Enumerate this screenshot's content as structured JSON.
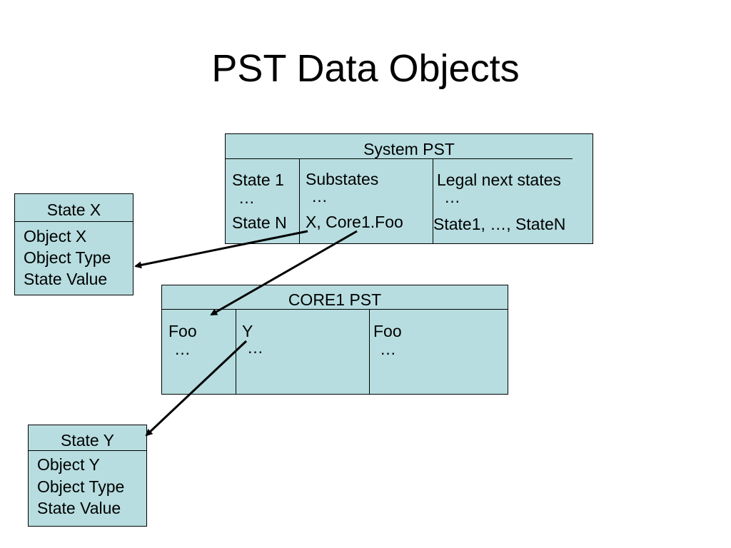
{
  "title": "PST Data Objects",
  "system_pst": {
    "header": "System PST",
    "col1": {
      "row1": "State 1",
      "ellipsis": "…",
      "row2": "State N"
    },
    "col2": {
      "row1": "Substates",
      "ellipsis": "…",
      "row2": "X, Core1.Foo"
    },
    "col3": {
      "row1": "Legal next states",
      "ellipsis": "…",
      "row2": "State1, …, StateN"
    }
  },
  "state_x": {
    "header": "State X",
    "lines": [
      "Object X",
      "Object Type",
      "State Value"
    ]
  },
  "core1_pst": {
    "header": "CORE1 PST",
    "col1": {
      "row1": "Foo",
      "ellipsis": "…"
    },
    "col2": {
      "row1": "Y",
      "ellipsis": "…"
    },
    "col3": {
      "row1": "Foo",
      "ellipsis": "…"
    }
  },
  "state_y": {
    "header": "State Y",
    "lines": [
      "Object Y",
      "Object Type",
      "State Value"
    ]
  },
  "colors": {
    "box_fill": "#b7dde0",
    "line": "#000000"
  }
}
